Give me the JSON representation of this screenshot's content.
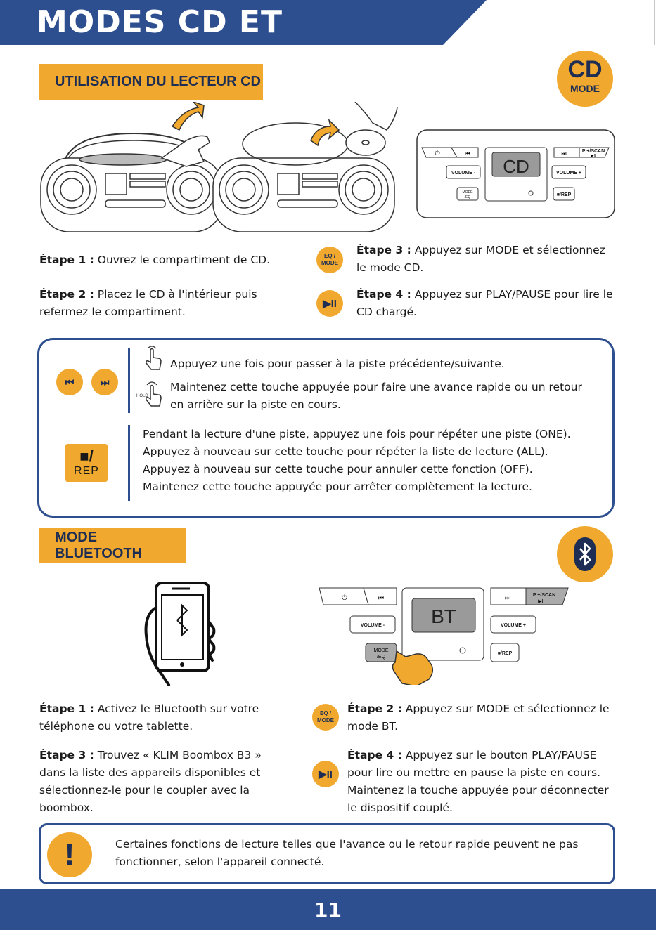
{
  "page": {
    "title": "MODES CD ET BLUETOOTH",
    "page_number": "11"
  },
  "cd_section": {
    "label": "UTILISATION DU LECTEUR CD",
    "badge_line1": "CD",
    "badge_line2": "MODE",
    "display_text": "CD",
    "steps": [
      {
        "label": "Étape 1 :",
        "text": " Ouvrez le compartiment de CD."
      },
      {
        "label": "Étape 2 :",
        "text": " Placez le CD à l'intérieur puis refermez le compartiment."
      },
      {
        "label": "Étape 3 :",
        "text": " Appuyez sur MODE et sélectionnez le mode CD."
      },
      {
        "label": "Étape 4 :",
        "text": " Appuyez sur PLAY/PAUSE pour lire le CD chargé."
      }
    ],
    "eq_mode_line1": "EQ /",
    "eq_mode_line2": "MODE"
  },
  "controls_box": {
    "skip_press": "Appuyez une fois pour passer à la piste précédente/suivante.",
    "skip_hold": "Maintenez cette touche appuyée pour faire une avance rapide ou un retour en arrière sur la piste en cours.",
    "hold_label": "HOLD",
    "rep_label": "REP",
    "rep_lines": [
      "Pendant la lecture d'une piste, appuyez une fois pour répéter une piste (ONE).",
      "Appuyez à nouveau sur cette touche pour répéter la liste de lecture (ALL).",
      "Appuyez à nouveau sur cette touche pour annuler cette fonction (OFF).",
      "Maintenez cette touche appuyée pour arrêter complètement la lecture."
    ]
  },
  "panel_labels": {
    "volume_minus": "VOLUME -",
    "volume_plus": "VOLUME +",
    "mode_eq": "MODE /EQ",
    "rep": "■/REP",
    "p_scan": "P +/SCAN"
  },
  "bt_section": {
    "label": "MODE BLUETOOTH",
    "display_text": "BT",
    "steps": [
      {
        "label": "Étape 1 :",
        "text": " Activez le Bluetooth sur votre téléphone ou votre tablette."
      },
      {
        "label": "Étape 3 :",
        "text": " Trouvez « KLIM Boombox B3 » dans la liste des appareils disponibles et sélectionnez-le pour le coupler avec la boombox."
      },
      {
        "label": "Étape 2 :",
        "text": " Appuyez sur MODE et sélectionnez le mode BT."
      },
      {
        "label": "Étape 4 :",
        "text": " Appuyez sur le bouton PLAY/PAUSE pour lire ou mettre en pause la piste en cours. Maintenez la touche appuyée pour déconnecter le dispositif couplé."
      }
    ]
  },
  "note": {
    "text": "Certaines fonctions de lecture telles que l'avance ou le retour rapide peuvent ne pas fonctionner, selon l'appareil connecté."
  },
  "colors": {
    "accent_orange": "#f0a92e",
    "brand_blue": "#2e4f8f",
    "navy_text": "#1d2d53"
  },
  "icons": [
    "play-pause-icon",
    "previous-track-icon",
    "next-track-icon",
    "stop-icon",
    "bluetooth-icon",
    "exclamation-icon",
    "tap-hand-icon",
    "hold-hand-icon",
    "phone-icon",
    "boombox-icon"
  ]
}
